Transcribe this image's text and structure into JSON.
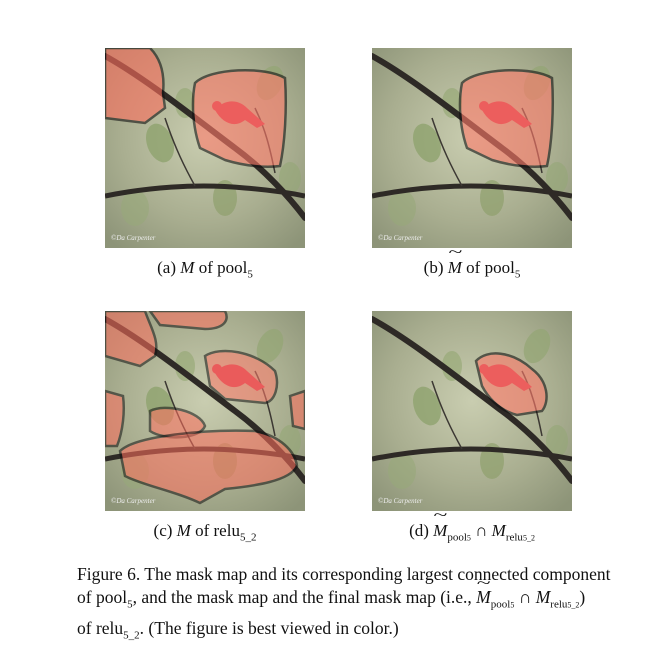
{
  "panels": [
    {
      "id": "a",
      "letter": "(a)",
      "sym": "M",
      "of": "of",
      "layer": "pool",
      "layer_sub": "5",
      "watermark": "©Da Carpenter"
    },
    {
      "id": "b",
      "letter": "(b)",
      "sym": "M",
      "of": "of",
      "layer": "pool",
      "layer_sub": "5",
      "watermark": "©Da Carpenter"
    },
    {
      "id": "c",
      "letter": "(c)",
      "sym": "M",
      "of": "of",
      "layer": "relu",
      "layer_sub": "5_2",
      "watermark": "©Da Carpenter"
    },
    {
      "id": "d",
      "letter": "(d)",
      "sym": "M",
      "sub1": "pool",
      "sub1_sub": "5",
      "op": "∩",
      "sym2": "M",
      "sub2": "relu",
      "sub2_sub": "5_2",
      "watermark": "©Da Carpenter"
    }
  ],
  "caption": {
    "line1": "Figure 6.  The mask map and its corresponding largest connected component",
    "line2_pre": "of pool",
    "line2_sub": "5",
    "line2_post": ", and the mask map and the final mask map (i.e., ",
    "line2_m": "M",
    "line2_s1": "pool",
    "line2_s1s": "5",
    "line2_op": " ∩ ",
    "line2_m2": "M",
    "line2_s2": "relu",
    "line2_s2s": "5_2",
    "line2_end": ")",
    "line3_pre": "of relu",
    "line3_sub": "5_2",
    "line3_post": ". (The figure is best viewed in color.)"
  }
}
